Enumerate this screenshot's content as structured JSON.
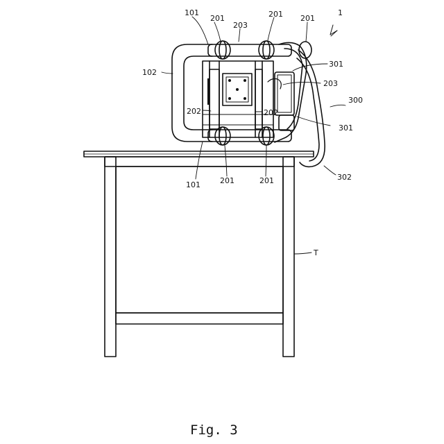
{
  "caption": "Fig. 3",
  "labels": {
    "assembly": "1",
    "handle_bar_top": "101",
    "handle_bar_bottom": "101",
    "side_frame": "102",
    "clamp_top_left": "201",
    "clamp_top_mid": "201",
    "clamp_top_right": "201",
    "clamp_bottom_left": "201",
    "clamp_bottom_right": "201",
    "bracket_left": "202",
    "bracket_right": "202",
    "plate_top": "203",
    "plate_right": "203",
    "holder_upper": "301",
    "holder_lower": "301",
    "unit": "300",
    "cable": "302",
    "table": "T"
  }
}
